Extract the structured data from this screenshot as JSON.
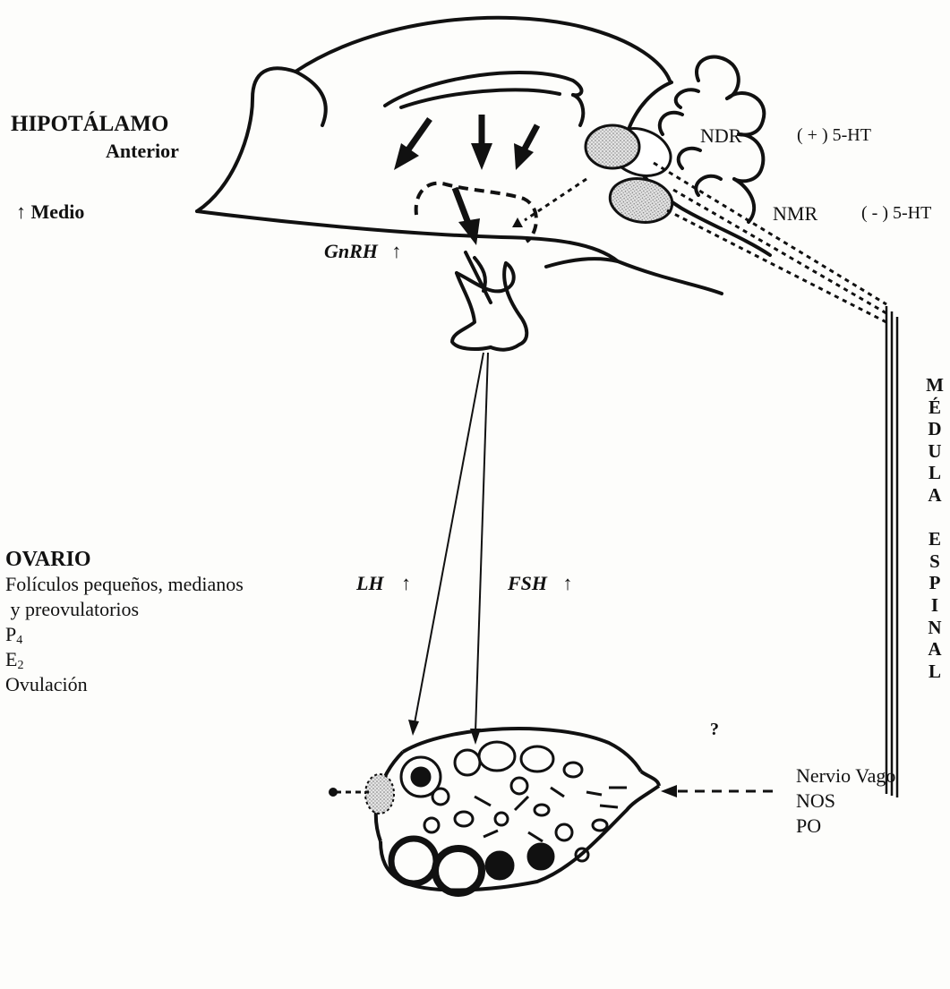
{
  "hypothalamus": {
    "title": "HIPOTÁLAMO",
    "anterior": "Anterior",
    "medio": "Medio",
    "medio_arrow": "↑"
  },
  "raphe": {
    "ndr": "NDR",
    "ndr_effect": "( + ) 5-HT",
    "nmr": "NMR",
    "nmr_effect": "( - ) 5-HT"
  },
  "hormones": {
    "gnrh": "GnRH",
    "lh": "LH",
    "fsh": "FSH",
    "up_arrow": "↑"
  },
  "spinal_cord": {
    "letters_word1": [
      "M",
      "É",
      "D",
      "U",
      "L",
      "A"
    ],
    "letters_word2": [
      "E",
      "S",
      "P",
      "I",
      "N",
      "A",
      "L"
    ]
  },
  "ovary": {
    "title": "OVARIO",
    "line1": "Folículos pequeños, medianos",
    "line2": " y preovulatorios",
    "p4_base": "P",
    "p4_sub": "4",
    "e2_base": "E",
    "e2_sub": "2",
    "line5": "Ovulación"
  },
  "innervation": {
    "question": "?",
    "line1": "Nervio Vago",
    "line2": "NOS",
    "line3": "PO"
  },
  "colors": {
    "ink": "#111111",
    "nucleus_fill": "#c9c9c9"
  }
}
